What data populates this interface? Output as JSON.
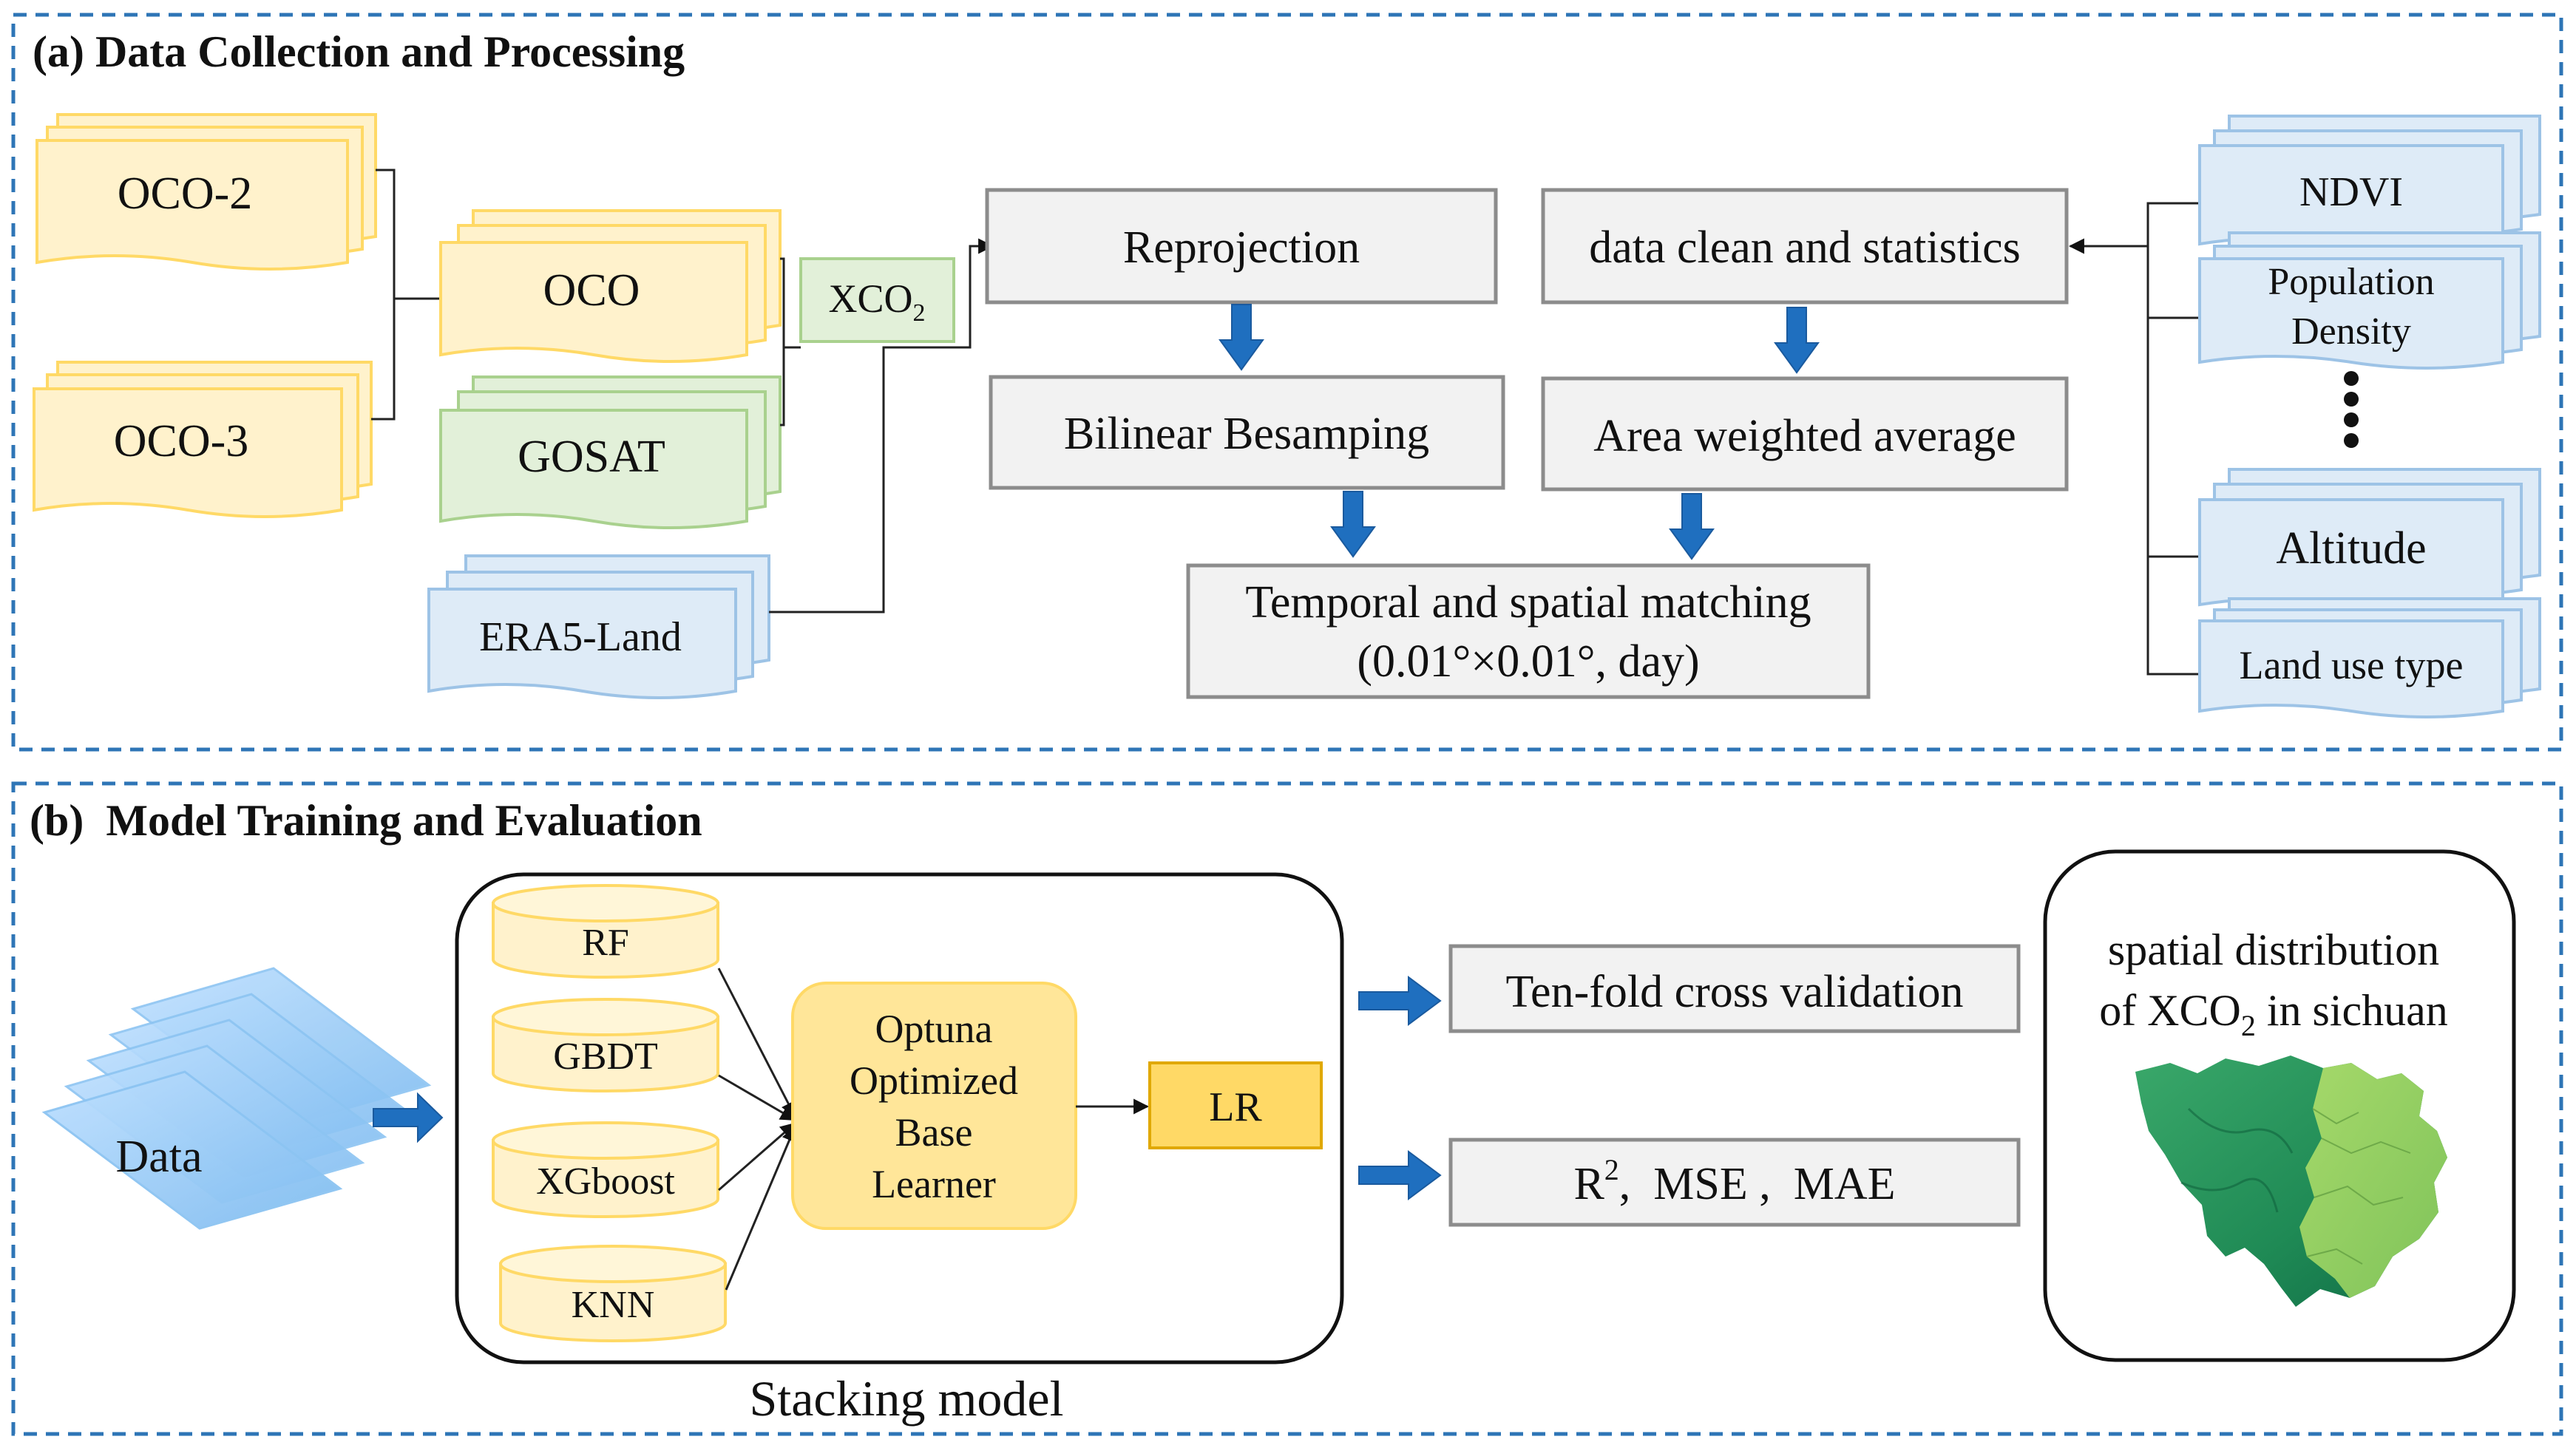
{
  "panel_a": {
    "title": "(a) Data Collection and Processing",
    "sources": {
      "oco2": "OCO-2",
      "oco3": "OCO-3",
      "oco": "OCO",
      "gosat": "GOSAT",
      "era5": "ERA5-Land",
      "xco2_base": "XCO",
      "xco2_sub": "2"
    },
    "steps": {
      "reprojection": "Reprojection",
      "bilinear": "Bilinear Besamping",
      "clean": "data clean and statistics",
      "area_weighted": "Area weighted average",
      "matching_line1": "Temporal and spatial matching",
      "matching_line2": "(0.01°×0.01°, day)"
    },
    "aux": {
      "ndvi": "NDVI",
      "pop_line1": "Population",
      "pop_line2": "Density",
      "altitude": "Altitude",
      "landuse": "Land use type"
    }
  },
  "panel_b": {
    "title": "(b)  Model Training and Evaluation",
    "data_label": "Data",
    "base_models": [
      "RF",
      "GBDT",
      "XGboost",
      "KNN"
    ],
    "optuna_lines": [
      "Optuna",
      "Optimized",
      "Base",
      "Learner"
    ],
    "meta_learner": "LR",
    "stacking_label": "Stacking model",
    "validation": "Ten-fold cross validation",
    "metrics": {
      "r2_base": "R",
      "r2_sup": "2",
      "rest": ",  MSE ,  MAE"
    },
    "result": {
      "line1": "spatial distribution",
      "line2_prefix": "of XCO",
      "line2_sub": "2",
      "line2_suffix": " in sichuan"
    }
  },
  "colors": {
    "panel_border": "#2e75b6",
    "yellow_fill": "#fff2cc",
    "yellow_stroke": "#ffd966",
    "green_fill": "#e2f0d9",
    "green_stroke": "#a9d18e",
    "blue_fill": "#deebf7",
    "blue_stroke": "#9dc3e6",
    "arrow_blue": "#1f6fbf",
    "lr_fill": "#ffd966",
    "optuna_fill": "#ffe699"
  }
}
